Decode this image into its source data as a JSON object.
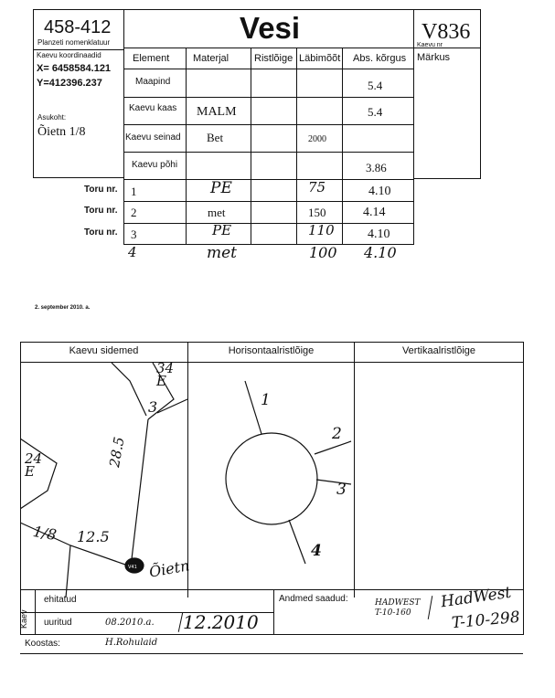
{
  "header": {
    "nomenclature_number": "458-412",
    "nomenclature_label": "Planzeti nomenklatuur",
    "title": "Vesi",
    "well_number": "V836",
    "well_number_label": "Kaevu nr"
  },
  "coordinates": {
    "label": "Kaevu koordinaadid",
    "x": "X= 6458584.121",
    "y": "Y=412396.237"
  },
  "location": {
    "label": "Asukoht:",
    "value": "Õietn 1/8"
  },
  "table": {
    "headers": [
      "Element",
      "Materjal",
      "Ristlõige",
      "Läbimõõt",
      "Abs. kõrgus",
      "Märkus"
    ],
    "rows": [
      {
        "element": "Maapind",
        "material": "",
        "cross": "",
        "diameter": "",
        "height": "5.4"
      },
      {
        "element": "Kaevu kaas",
        "material": "MALM",
        "cross": "",
        "diameter": "",
        "height": "5.4"
      },
      {
        "element": "Kaevu seinad",
        "material": "Bet",
        "cross": "",
        "diameter": "2000",
        "height": ""
      },
      {
        "element": "Kaevu põhi",
        "material": "",
        "cross": "",
        "diameter": "",
        "height": "3.86"
      }
    ],
    "pipes": [
      {
        "label": "Toru nr.",
        "nr": "1",
        "material": "PE",
        "cross": "",
        "diameter": "75",
        "height": "4.10"
      },
      {
        "label": "Toru nr.",
        "nr": "2",
        "material": "met",
        "cross": "",
        "diameter": "150",
        "height": "4.14"
      },
      {
        "label": "Toru nr.",
        "nr": "3",
        "material": "PE",
        "cross": "",
        "diameter": "110",
        "height": "4.10"
      }
    ],
    "extra_row": {
      "nr": "4",
      "material": "met",
      "diameter": "100",
      "height": "4.10"
    }
  },
  "date": "2. september 2010. a.",
  "sections": {
    "connections": "Kaevu sidemed",
    "horizontal": "Horisontaalristlõige",
    "vertical": "Vertikaalristlõige"
  },
  "sketch_labels": {
    "top_building": "34\nE",
    "left_building": "24\nE",
    "dist_3": "3",
    "dist_28": "28.5",
    "dist_12": "12.5",
    "dist_18": "1/8",
    "street": "Õietn",
    "well_mark": "V41"
  },
  "pipe_labels": [
    "1",
    "2",
    "3",
    "4"
  ],
  "footer": {
    "side_label": "Kaev",
    "built_label": "ehitatud",
    "surveyed_label": "uuritud",
    "surveyed_date_print": "08.2010.a.",
    "surveyed_date_hand": "12.2010",
    "data_from_label": "Andmed saadud:",
    "data_source_company": "HADWEST",
    "data_source_code": "T-10-160",
    "data_source_hand1": "HadWest",
    "data_source_hand2": "T-10-298",
    "author_label": "Koostas:",
    "author": "H.Rohulaid"
  }
}
